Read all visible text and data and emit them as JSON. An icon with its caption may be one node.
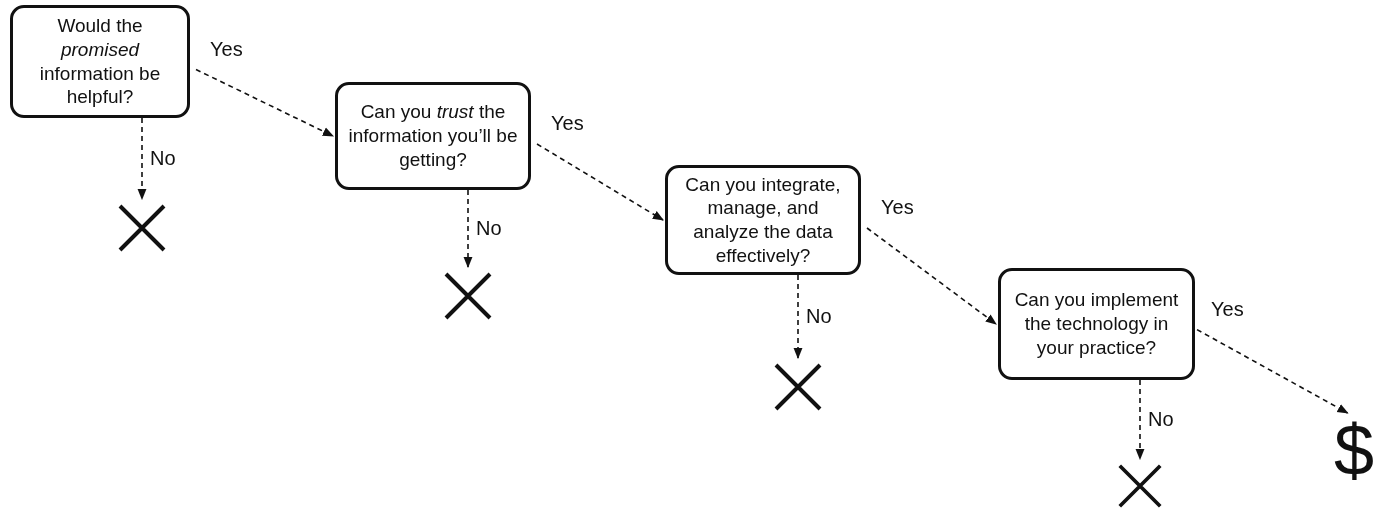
{
  "diagram": {
    "nodes": [
      {
        "text": [
          "Would the *promised* information be helpful?"
        ]
      },
      {
        "text": [],
        "shape": "cross"
      },
      {
        "text": [
          "Can you *trust* the information you’ll be getting?"
        ]
      },
      {
        "text": [],
        "shape": "cross"
      },
      {
        "text": [
          "Can you integrate, manage, and analyze the data effectively?"
        ]
      },
      {
        "text": [],
        "shape": "cross"
      },
      {
        "text": [
          "Can you implement the technology in your practice?"
        ]
      },
      {
        "text": [],
        "shape": "cross"
      },
      {
        "text": [
          "$"
        ]
      }
    ],
    "edges": [
      {
        "from": 0,
        "to": 2,
        "arrow": "to",
        "label": "Yes",
        "style": "dashed"
      },
      {
        "from": 0,
        "to": 1,
        "arrow": "to",
        "label": "No",
        "style": "dashed"
      },
      {
        "from": 2,
        "to": 4,
        "arrow": "to",
        "label": "Yes",
        "style": "dashed"
      },
      {
        "from": 2,
        "to": 3,
        "arrow": "to",
        "label": "No",
        "style": "dashed"
      },
      {
        "from": 4,
        "to": 6,
        "arrow": "to",
        "label": "Yes",
        "style": "dashed"
      },
      {
        "from": 4,
        "to": 5,
        "arrow": "to",
        "label": "No",
        "style": "dashed"
      },
      {
        "from": 6,
        "to": 8,
        "arrow": "to",
        "label": "Yes",
        "style": "dashed"
      },
      {
        "from": 6,
        "to": 7,
        "arrow": "to",
        "label": "No",
        "style": "dashed"
      }
    ]
  }
}
